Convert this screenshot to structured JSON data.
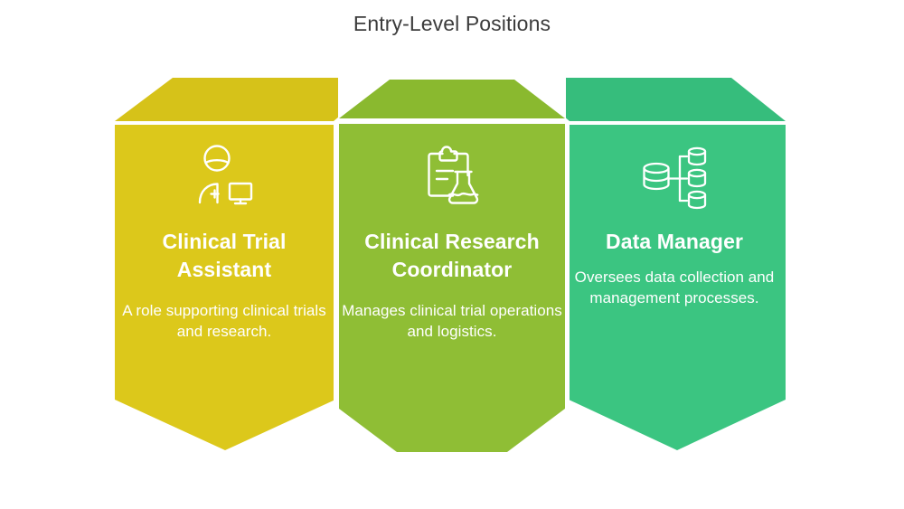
{
  "header": {
    "title": "Entry-Level Positions"
  },
  "colors": {
    "background": "#ffffff",
    "title_text": "#3c3c3c",
    "card_text": "#ffffff",
    "card_1": "#dcc81b",
    "card_1_top": "#d8c41a",
    "card_2": "#8fbe35",
    "card_2_top": "#8dbc34",
    "card_3": "#3bc581",
    "card_3_top": "#3ac280",
    "separator": "#ffffff"
  },
  "cards": [
    {
      "id": "clinical-trial-assistant",
      "icon": "medical-staff-computer-icon",
      "title": "Clinical Trial Assistant",
      "description": "A role supporting clinical trials and research.",
      "color": "#dcc81b"
    },
    {
      "id": "clinical-research-coordinator",
      "icon": "clipboard-flask-icon",
      "title": "Clinical Research Coordinator",
      "description": "Manages clinical trial operations and logistics.",
      "color": "#8fbe35"
    },
    {
      "id": "data-manager",
      "icon": "database-hierarchy-icon",
      "title": "Data Manager",
      "description": "Oversees data collection and management processes.",
      "color": "#3bc581"
    }
  ]
}
